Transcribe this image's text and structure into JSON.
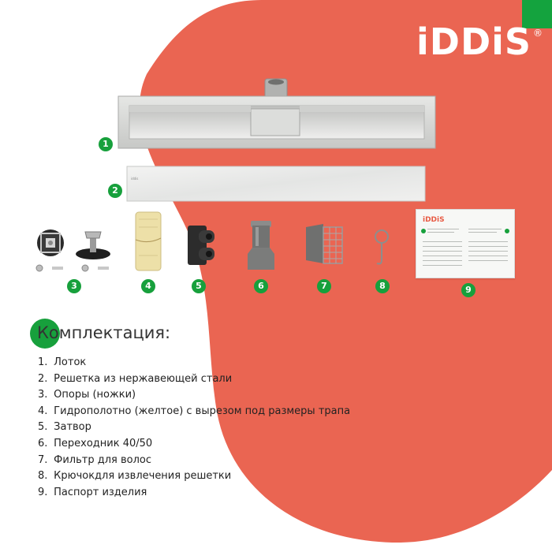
{
  "brand": {
    "logo_text": "iDDiS",
    "registered_mark": "®",
    "accent_color": "#ea6552",
    "green_color": "#17a03c"
  },
  "items": [
    {
      "badge": "1",
      "name": "channel-tray"
    },
    {
      "badge": "2",
      "name": "steel-grate"
    },
    {
      "badge": "3",
      "name": "support-legs"
    },
    {
      "badge": "4",
      "name": "waterproofing-sheet"
    },
    {
      "badge": "5",
      "name": "trap"
    },
    {
      "badge": "6",
      "name": "adapter"
    },
    {
      "badge": "7",
      "name": "hair-filter"
    },
    {
      "badge": "8",
      "name": "grate-hook"
    },
    {
      "badge": "9",
      "name": "product-passport"
    }
  ],
  "contents": {
    "heading": "Комплектация:",
    "list": [
      {
        "num": "1.",
        "text": "Лоток"
      },
      {
        "num": "2.",
        "text": "Решетка из нержавеющей стали"
      },
      {
        "num": "3.",
        "text": "Опоры (ножки)"
      },
      {
        "num": "4.",
        "text": "Гидрополотно (желтое) с вырезом под размеры трапа"
      },
      {
        "num": "5.",
        "text": "Затвор"
      },
      {
        "num": "6.",
        "text": "Переходник 40/50"
      },
      {
        "num": "7.",
        "text": "Фильтр для волос"
      },
      {
        "num": "8.",
        "text": "Крючокдля извлечения решетки"
      },
      {
        "num": "9.",
        "text": "Паспорт изделия"
      }
    ]
  }
}
